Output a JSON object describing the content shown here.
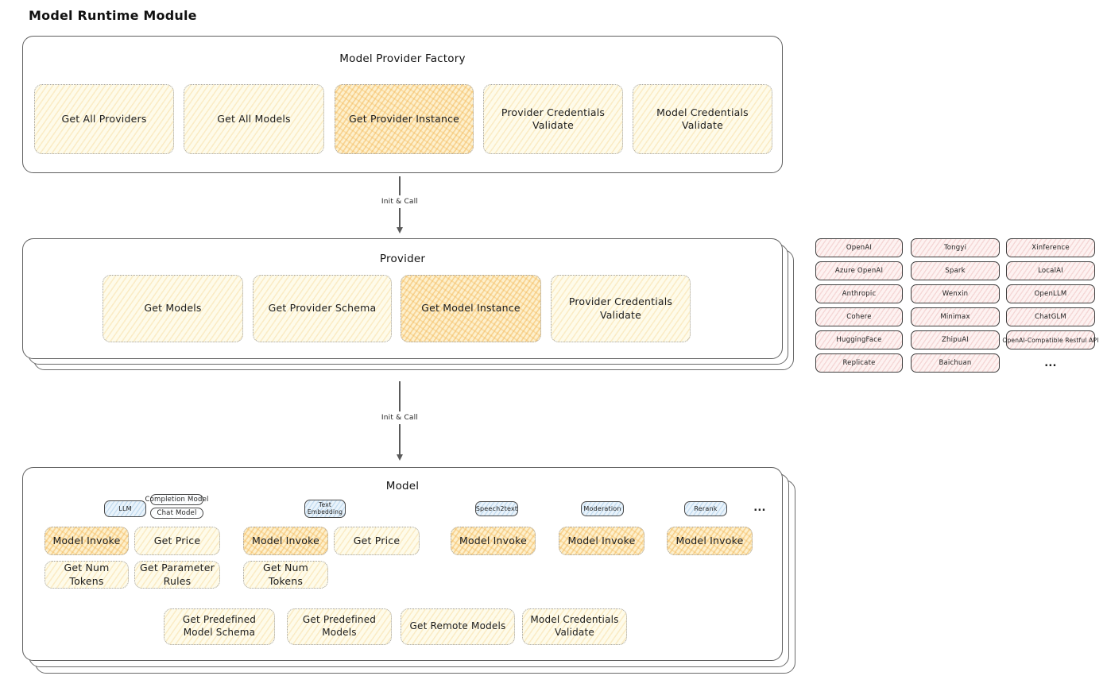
{
  "page_title": "Model Runtime Module",
  "colors": {
    "node_yellow": "#fefbea",
    "node_highlight": "#fdf0cd",
    "hatch_orange": "#f2b24d",
    "provider_pink": "#fdf2f1",
    "type_blue": "#e9f3fb",
    "frame_border": "#5f5f5f"
  },
  "arrows": {
    "init_call_1": "Init & Call",
    "init_call_2": "Init & Call"
  },
  "factory": {
    "title": "Model Provider Factory",
    "boxes": [
      "Get All Providers",
      "Get All Models",
      "Get Provider Instance",
      "Provider Credentials Validate",
      "Model Credentials Validate"
    ]
  },
  "provider": {
    "title": "Provider",
    "boxes": [
      "Get Models",
      "Get Provider Schema",
      "Get Model Instance",
      "Provider Credentials Validate"
    ]
  },
  "providers_grid": {
    "columns": [
      [
        "OpenAI",
        "Azure OpenAI",
        "Anthropic",
        "Cohere",
        "HuggingFace",
        "Replicate"
      ],
      [
        "Tongyi",
        "Spark",
        "Wenxin",
        "Minimax",
        "ZhipuAI",
        "Baichuan"
      ],
      [
        "Xinference",
        "LocalAI",
        "OpenLLM",
        "ChatGLM",
        "OpenAI-Compatible Restful API"
      ]
    ],
    "more": "..."
  },
  "model": {
    "title": "Model",
    "types": {
      "llm": "LLM",
      "completion": "Completion Model",
      "chat": "Chat Model",
      "text_embedding": "Text Embedding",
      "speech2text": "Speech2text",
      "moderation": "Moderation",
      "rerank": "Rerank",
      "more": "..."
    },
    "ops": {
      "model_invoke": "Model Invoke",
      "get_price": "Get Price",
      "get_num_tokens": "Get Num Tokens",
      "get_parameter_rules": "Get Parameter Rules"
    },
    "bottom_boxes": [
      "Get Predefined Model Schema",
      "Get Predefined Models",
      "Get Remote Models",
      "Model Credentials Validate"
    ]
  }
}
